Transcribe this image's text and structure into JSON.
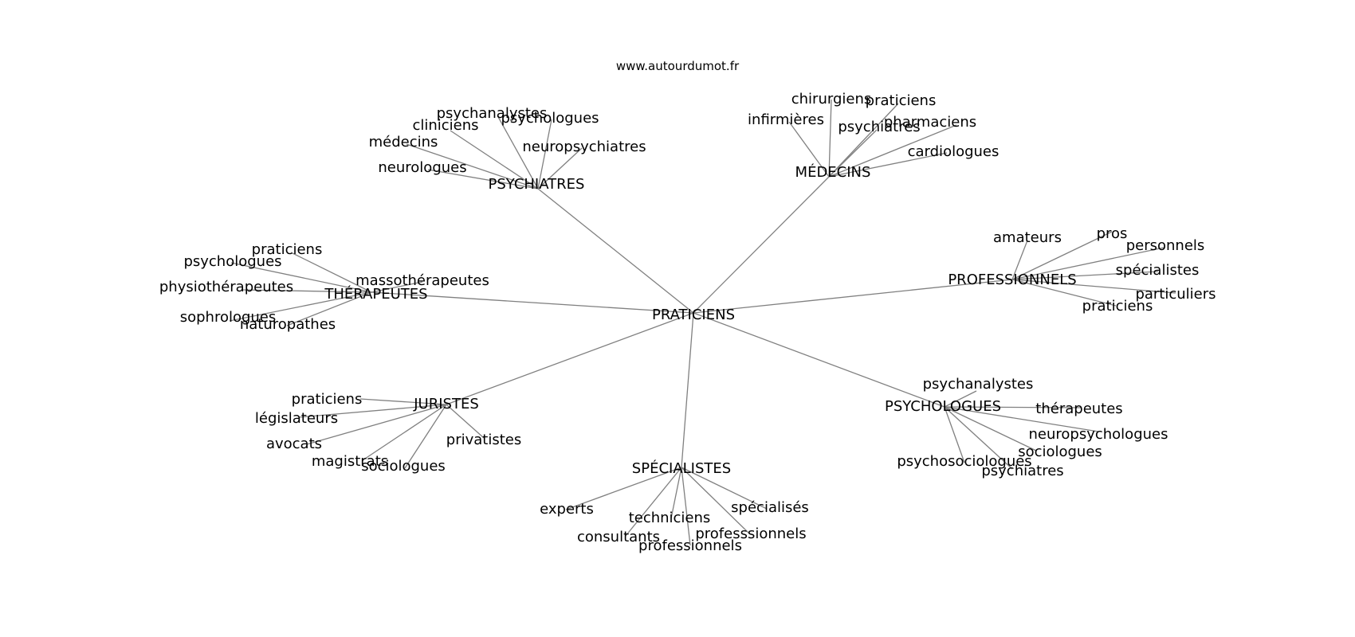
{
  "source": "www.autourdumot.fr",
  "center": "PRATICIENS",
  "clusters": [
    {
      "label": "PSYCHIATRES",
      "leaves": [
        "psychanalystes",
        "psychologues",
        "cliniciens",
        "médecins",
        "neuropsychiatres",
        "neurologues"
      ]
    },
    {
      "label": "MÉDECINS",
      "leaves": [
        "chirurgiens",
        "praticiens",
        "infirmières",
        "psychiatres",
        "pharmaciens",
        "cardiologues"
      ]
    },
    {
      "label": "THÉRAPEUTES",
      "leaves": [
        "praticiens",
        "psychologues",
        "physiothérapeutes",
        "massothérapeutes",
        "sophrologues",
        "naturopathes"
      ]
    },
    {
      "label": "PROFESSIONNELS",
      "leaves": [
        "amateurs",
        "pros",
        "personnels",
        "spécialistes",
        "particuliers",
        "praticiens"
      ]
    },
    {
      "label": "JURISTES",
      "leaves": [
        "praticiens",
        "législateurs",
        "avocats",
        "magistrats",
        "sociologues",
        "privatistes"
      ]
    },
    {
      "label": "PSYCHOLOGUES",
      "leaves": [
        "psychanalystes",
        "thérapeutes",
        "neuropsychologues",
        "sociologues",
        "psychosociologues",
        "psychiatres"
      ]
    },
    {
      "label": "SPÉCIALISTES",
      "leaves": [
        "experts",
        "techniciens",
        "spécialisés",
        "consultants",
        "professionnels",
        "professsionnels"
      ]
    }
  ]
}
